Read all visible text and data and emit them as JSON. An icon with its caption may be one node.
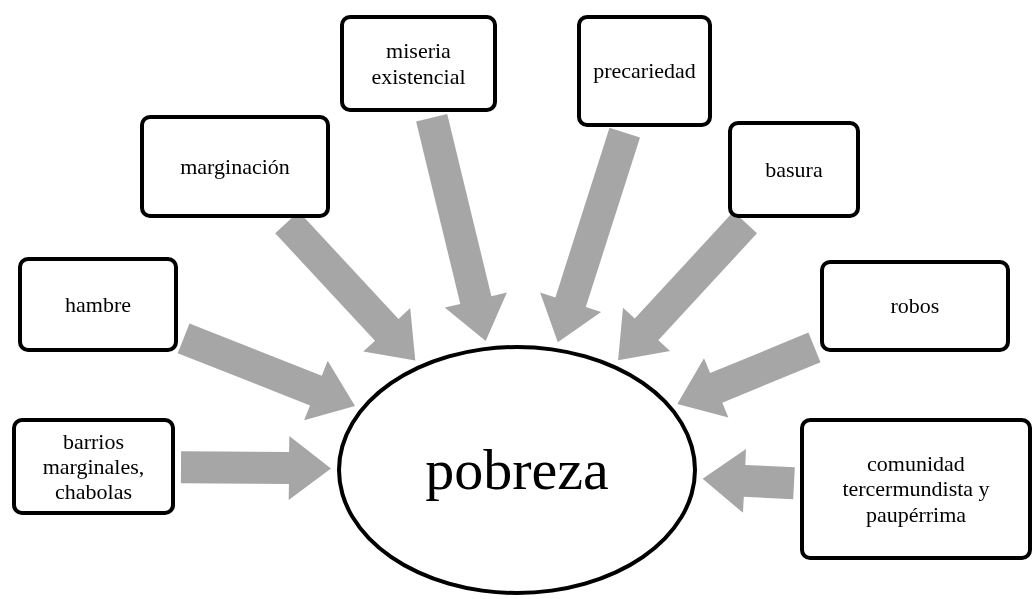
{
  "diagram": {
    "nodes": [
      {
        "text": [
          "barrios marginales, chabolas"
        ]
      },
      {
        "text": [
          "hambre"
        ]
      },
      {
        "text": [
          "marginación"
        ]
      },
      {
        "text": [
          "miseria existencial"
        ]
      },
      {
        "text": [
          "precariedad"
        ]
      },
      {
        "text": [
          "basura"
        ]
      },
      {
        "text": [
          "robos"
        ]
      },
      {
        "text": [
          "comunidad tercermundista y paupérrima"
        ]
      },
      {
        "text": [
          "pobreza"
        ]
      }
    ],
    "edges": [
      {
        "from": 0,
        "to": 8,
        "arrow": "to"
      },
      {
        "from": 1,
        "to": 8,
        "arrow": "to"
      },
      {
        "from": 2,
        "to": 8,
        "arrow": "to"
      },
      {
        "from": 3,
        "to": 8,
        "arrow": "to"
      },
      {
        "from": 4,
        "to": 8,
        "arrow": "to"
      },
      {
        "from": 5,
        "to": 8,
        "arrow": "to"
      },
      {
        "from": 6,
        "to": 8,
        "arrow": "to"
      },
      {
        "from": 7,
        "to": 8,
        "arrow": "to"
      }
    ]
  }
}
